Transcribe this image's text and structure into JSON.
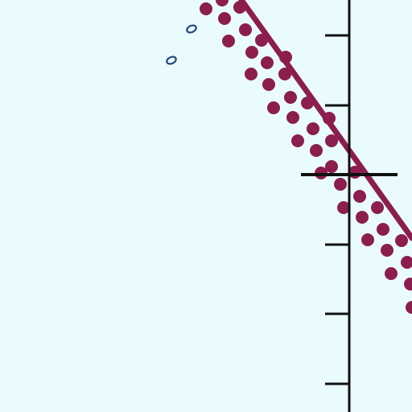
{
  "colors": {
    "background": "#eafbfd",
    "axis": "#111111",
    "trend": "#8c1d4f",
    "dots": "#8c1d4f",
    "outliers": "#1f4a7a"
  },
  "chart_data": {
    "type": "scatter",
    "title": "",
    "xlabel": "",
    "ylabel": "",
    "xlim": [
      0,
      512
    ],
    "ylim": [
      0,
      512
    ],
    "grid": false,
    "legend": "none",
    "y_axis_x": 434,
    "y_ticks": [
      44,
      131,
      217,
      304,
      390,
      477
    ],
    "crossbar_y": 217,
    "trend_line": [
      [
        300,
        0
      ],
      [
        512,
        296
      ]
    ],
    "series": [
      {
        "marker": "filled-dot",
        "points": [
          [
            256,
            11
          ],
          [
            276,
            0
          ],
          [
            298,
            9
          ],
          [
            279,
            23
          ],
          [
            284,
            51
          ],
          [
            305,
            37
          ],
          [
            325,
            50
          ],
          [
            313,
            65
          ],
          [
            332,
            78
          ],
          [
            355,
            71
          ],
          [
            312,
            92
          ],
          [
            334,
            105
          ],
          [
            354,
            92
          ],
          [
            340,
            134
          ],
          [
            361,
            121
          ],
          [
            382,
            128
          ],
          [
            364,
            146
          ],
          [
            389,
            160
          ],
          [
            409,
            147
          ],
          [
            370,
            175
          ],
          [
            393,
            187
          ],
          [
            412,
            175
          ],
          [
            399,
            215
          ],
          [
            412,
            207
          ],
          [
            423,
            229
          ],
          [
            441,
            214
          ],
          [
            447,
            244
          ],
          [
            427,
            258
          ],
          [
            450,
            270
          ],
          [
            469,
            258
          ],
          [
            457,
            298
          ],
          [
            476,
            285
          ],
          [
            499,
            299
          ],
          [
            481,
            311
          ],
          [
            506,
            326
          ],
          [
            486,
            340
          ],
          [
            510,
            353
          ],
          [
            512,
            382
          ]
        ]
      },
      {
        "marker": "open-dot",
        "points": [
          [
            238,
            36
          ],
          [
            213,
            75
          ]
        ]
      }
    ]
  }
}
